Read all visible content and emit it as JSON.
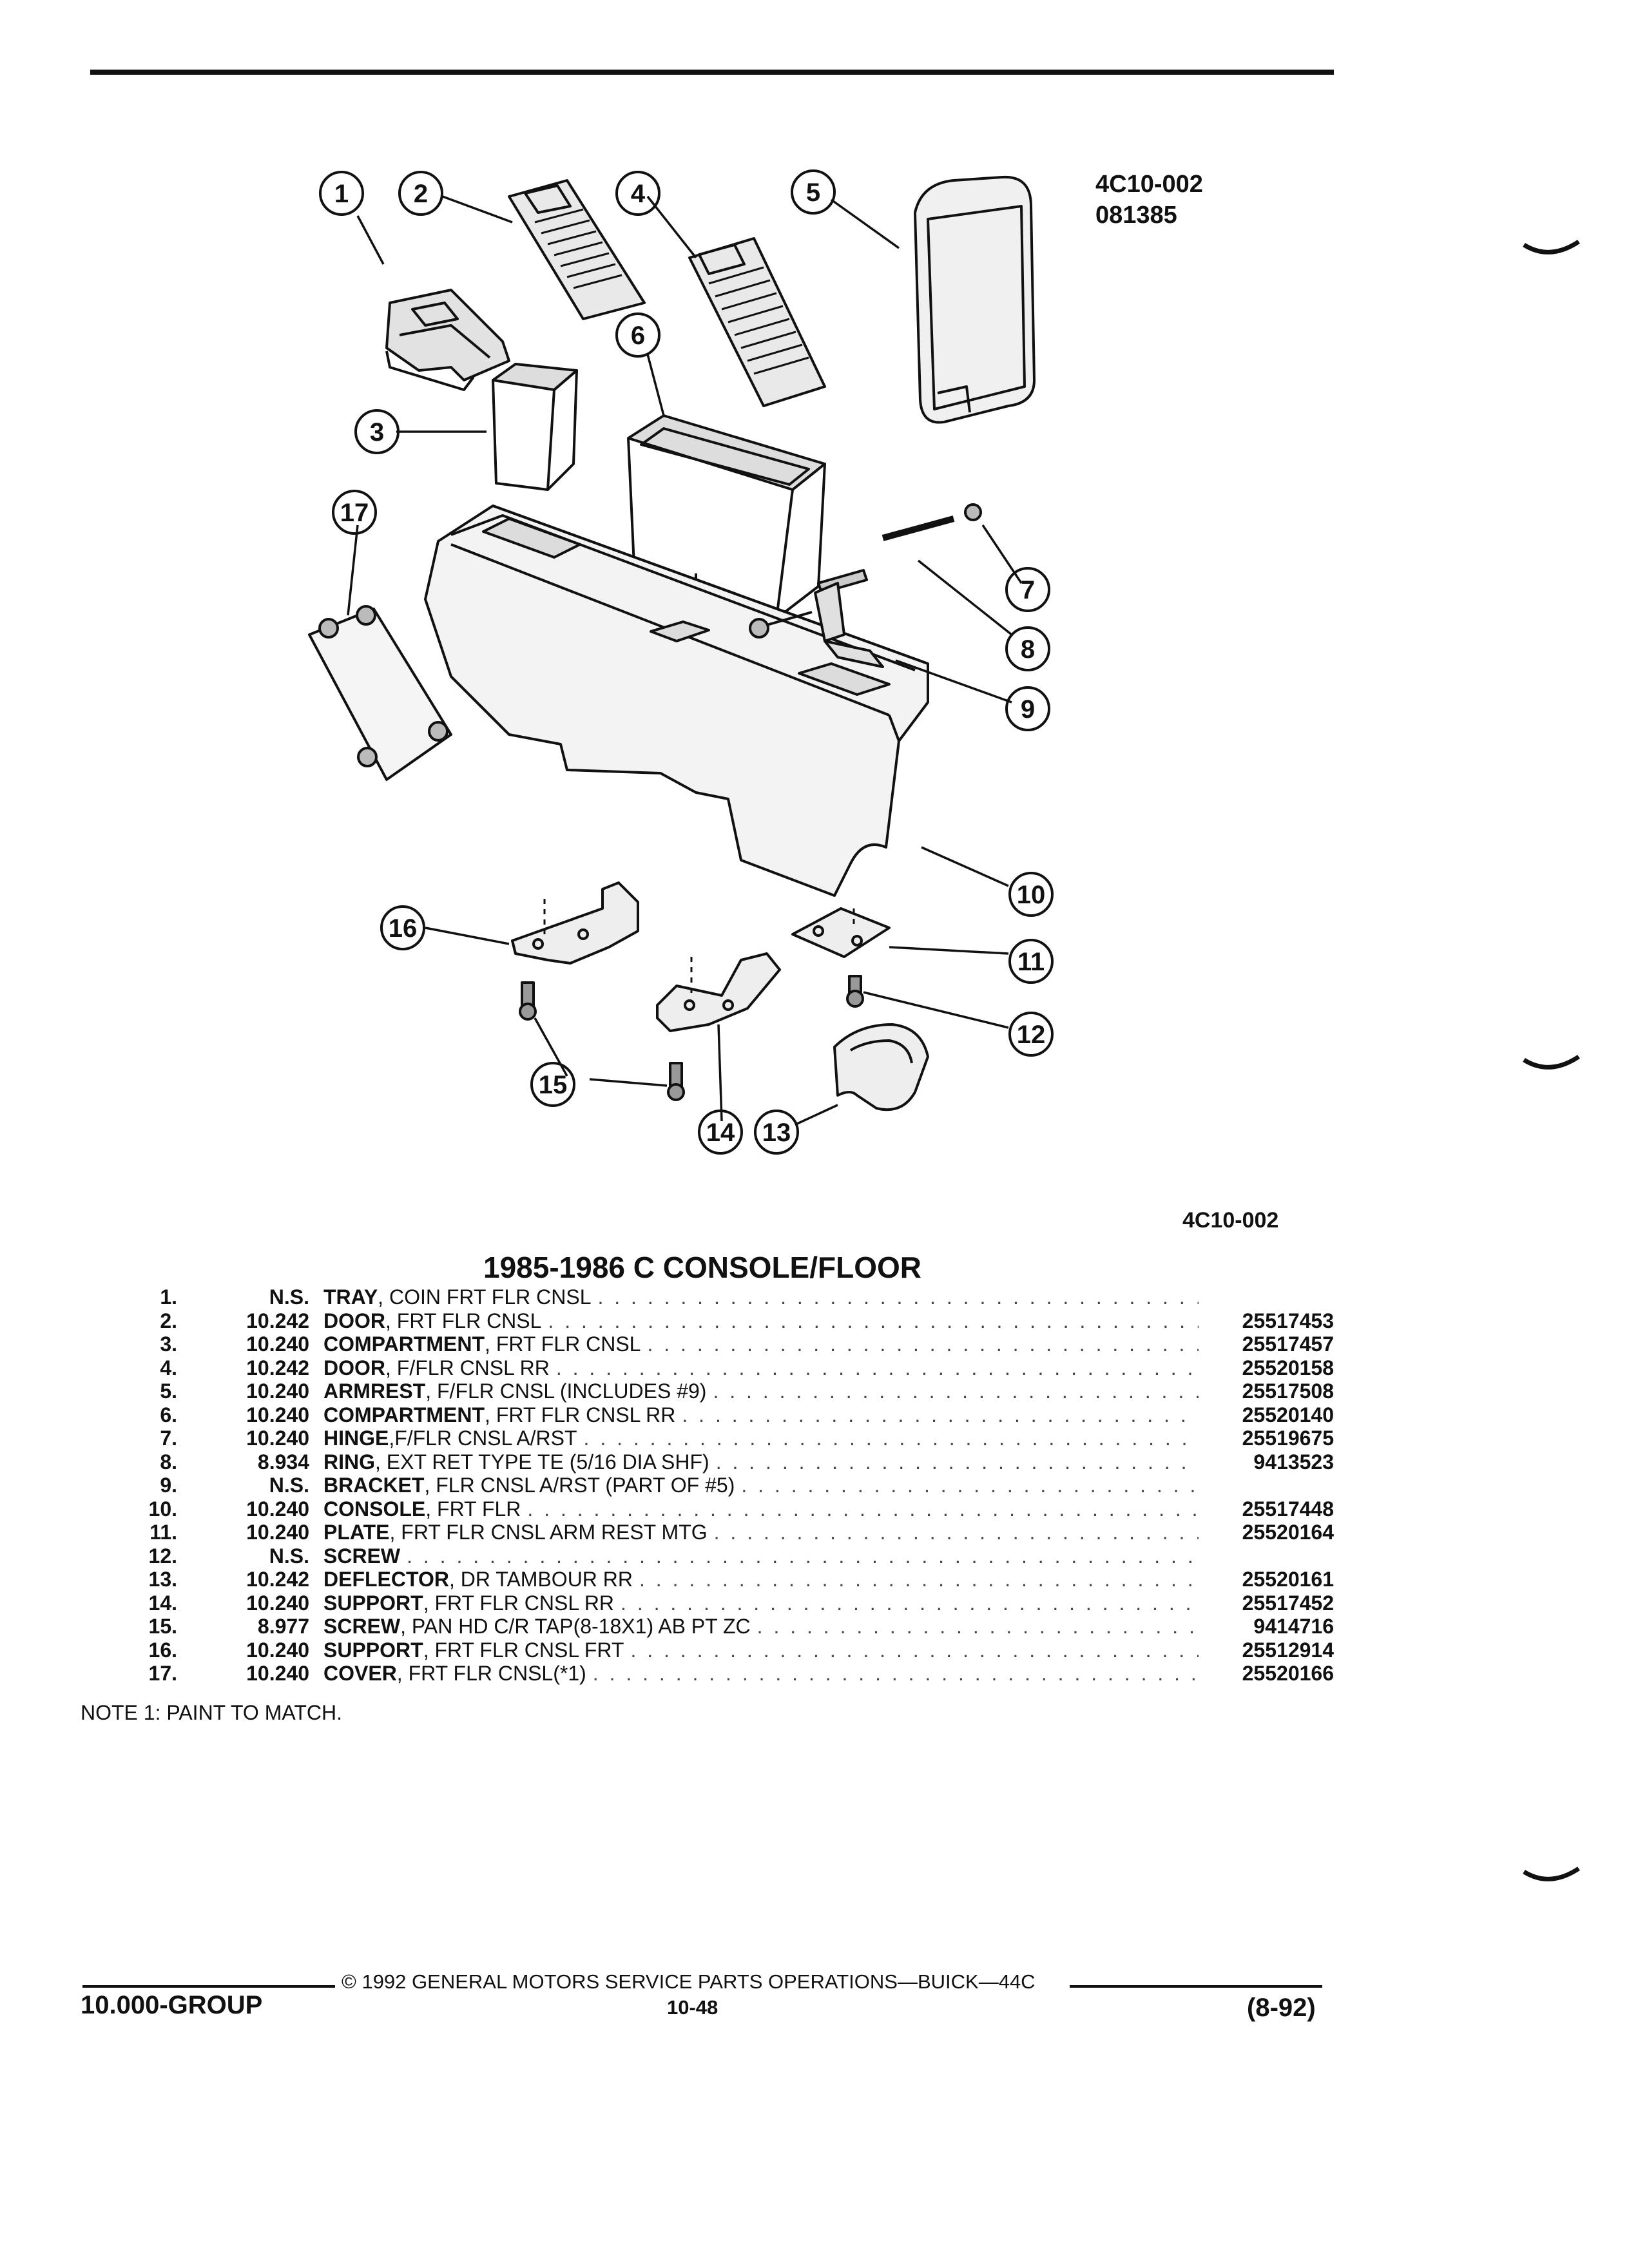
{
  "header": {
    "figure_code": "4C10-002",
    "figure_date": "081385",
    "figure_code_lower": "4C10-002"
  },
  "callouts": [
    "1",
    "2",
    "3",
    "4",
    "5",
    "6",
    "7",
    "8",
    "9",
    "10",
    "11",
    "12",
    "13",
    "14",
    "15",
    "16",
    "17"
  ],
  "parts_table": {
    "title": "1985-1986 C CONSOLE/FLOOR",
    "rows": [
      {
        "num": "1.",
        "grp": "N.S.",
        "name": "TRAY",
        "desc": ", COIN FRT FLR CNSL",
        "pn": ""
      },
      {
        "num": "2.",
        "grp": "10.242",
        "name": "DOOR",
        "desc": ", FRT FLR CNSL",
        "pn": "25517453"
      },
      {
        "num": "3.",
        "grp": "10.240",
        "name": "COMPARTMENT",
        "desc": ", FRT FLR CNSL",
        "pn": "25517457"
      },
      {
        "num": "4.",
        "grp": "10.242",
        "name": "DOOR",
        "desc": ", F/FLR CNSL RR",
        "pn": "25520158"
      },
      {
        "num": "5.",
        "grp": "10.240",
        "name": "ARMREST",
        "desc": ", F/FLR CNSL (INCLUDES #9)",
        "pn": "25517508"
      },
      {
        "num": "6.",
        "grp": "10.240",
        "name": "COMPARTMENT",
        "desc": ", FRT FLR CNSL RR",
        "pn": "25520140"
      },
      {
        "num": "7.",
        "grp": "10.240",
        "name": "HINGE",
        "desc": ",F/FLR CNSL A/RST",
        "pn": "25519675"
      },
      {
        "num": "8.",
        "grp": "8.934",
        "name": "RING",
        "desc": ", EXT RET TYPE TE (5/16 DIA SHF)",
        "pn": "9413523"
      },
      {
        "num": "9.",
        "grp": "N.S.",
        "name": "BRACKET",
        "desc": ", FLR CNSL A/RST (PART OF #5)",
        "pn": ""
      },
      {
        "num": "10.",
        "grp": "10.240",
        "name": "CONSOLE",
        "desc": ", FRT FLR",
        "pn": "25517448"
      },
      {
        "num": "11.",
        "grp": "10.240",
        "name": "PLATE",
        "desc": ", FRT FLR CNSL ARM REST MTG",
        "pn": "25520164"
      },
      {
        "num": "12.",
        "grp": "N.S.",
        "name": "SCREW",
        "desc": "",
        "pn": ""
      },
      {
        "num": "13.",
        "grp": "10.242",
        "name": "DEFLECTOR",
        "desc": ", DR TAMBOUR RR",
        "pn": "25520161"
      },
      {
        "num": "14.",
        "grp": "10.240",
        "name": "SUPPORT",
        "desc": ", FRT FLR CNSL RR",
        "pn": "25517452"
      },
      {
        "num": "15.",
        "grp": "8.977",
        "name": "SCREW",
        "desc": ", PAN HD C/R TAP(8-18X1) AB PT ZC",
        "pn": "9414716"
      },
      {
        "num": "16.",
        "grp": "10.240",
        "name": "SUPPORT",
        "desc": ", FRT FLR CNSL FRT",
        "pn": "25512914"
      },
      {
        "num": "17.",
        "grp": "10.240",
        "name": "COVER",
        "desc": ", FRT FLR CNSL(*1)",
        "pn": "25520166"
      }
    ]
  },
  "note": "NOTE  1:  PAINT TO MATCH.",
  "footer": {
    "copyright": "©  1992  GENERAL MOTORS SERVICE PARTS OPERATIONS—BUICK—44C",
    "page": "10-48",
    "group": "10.000-GROUP",
    "date": "(8-92)"
  }
}
